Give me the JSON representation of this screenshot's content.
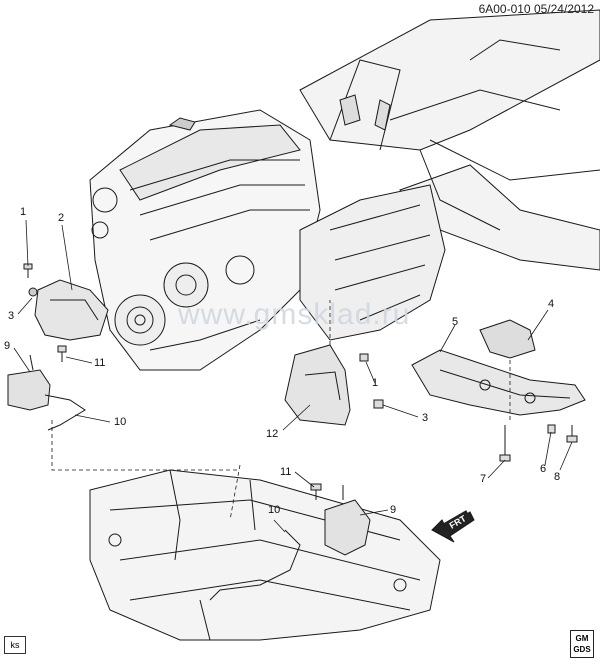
{
  "header": {
    "ref": "6A00-010  05/24/2012"
  },
  "watermark": "www.gmsklad.ru",
  "corner_badge": "ks",
  "logo": {
    "top": "GM",
    "bottom": "GDS"
  },
  "direction_label": "FRT",
  "callouts": [
    "1",
    "2",
    "3",
    "9",
    "11",
    "10",
    "5",
    "4",
    "1",
    "3",
    "12",
    "7",
    "6",
    "8",
    "11",
    "9",
    "10"
  ],
  "colors": {
    "line": "#1a1a1a",
    "shade": "#d9d9d9",
    "watermark": "#cfd6df"
  }
}
